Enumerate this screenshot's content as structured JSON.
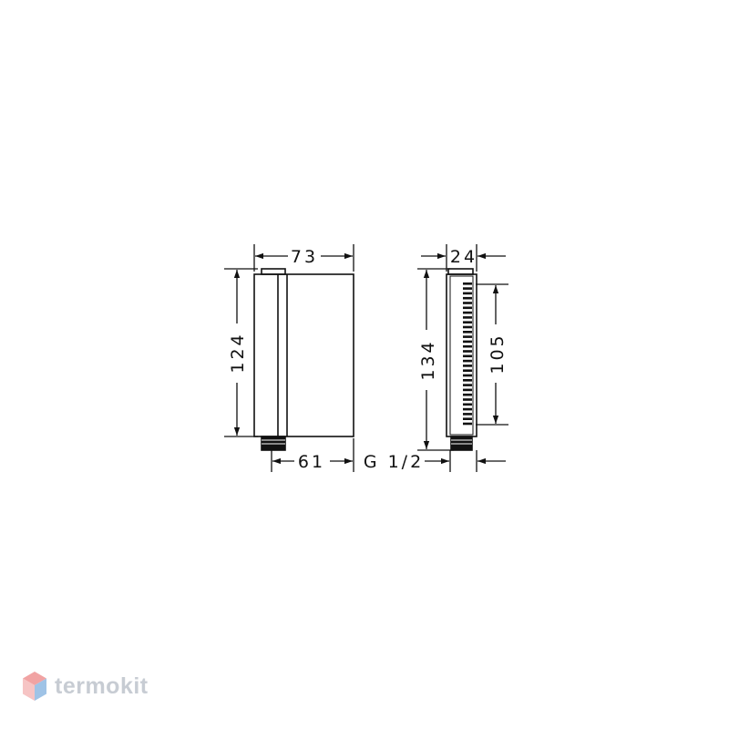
{
  "dimensions": {
    "front_width": "73",
    "front_height": "124",
    "front_depth": "61",
    "thread": "G 1/2",
    "side_width": "24",
    "side_height": "134",
    "side_inner_height": "105"
  },
  "watermark": {
    "text": "termokit",
    "icon": "hexagon-cube-logo-icon"
  },
  "colors": {
    "line": "#111111",
    "watermark": "#c7ccd3",
    "logo_red": "#f1a3a3",
    "logo_blue": "#9fc3e6"
  }
}
